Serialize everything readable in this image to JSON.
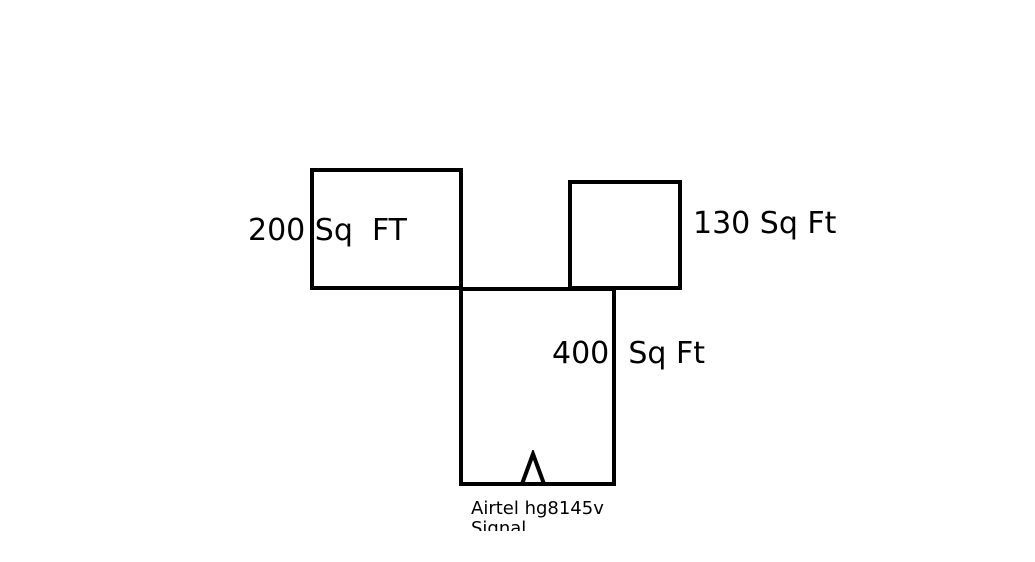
{
  "colors": {
    "background": "#ffffff",
    "stroke": "#000000"
  },
  "rooms": {
    "left": {
      "label": "200 Sq  FT"
    },
    "right": {
      "label": "130 Sq Ft"
    },
    "center": {
      "label": "400  Sq Ft"
    }
  },
  "router": {
    "icon": "triangle-marker-icon",
    "caption": "Airtel hg8145v",
    "caption_second_line": "Signal"
  }
}
